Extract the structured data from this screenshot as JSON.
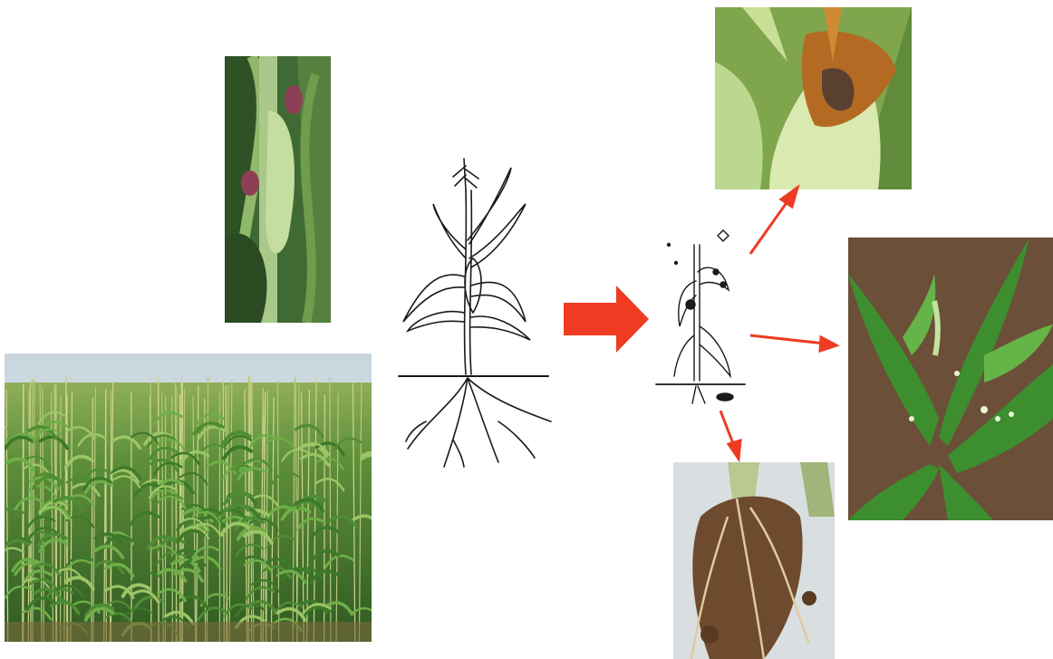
{
  "diagram": {
    "panels": [
      {
        "id": "corn-field-photo",
        "icon": "corn-field-photo"
      },
      {
        "id": "corn-ear-photo",
        "icon": "corn-ear-photo"
      },
      {
        "id": "healthy-maize-sketch",
        "icon": "healthy-maize-sketch"
      },
      {
        "id": "damaged-maize-sketch",
        "icon": "damaged-maize-sketch"
      },
      {
        "id": "ear-damage-photo",
        "icon": "ear-damage-photo"
      },
      {
        "id": "leaf-damage-photo",
        "icon": "leaf-damage-photo"
      },
      {
        "id": "root-damage-photo",
        "icon": "root-damage-photo"
      }
    ],
    "colors": {
      "arrow": "#ee3b22",
      "leaf_green": "#4f9a3a",
      "soil_brown": "#6b4a30",
      "sketch_ink": "#1a1a1a"
    }
  }
}
